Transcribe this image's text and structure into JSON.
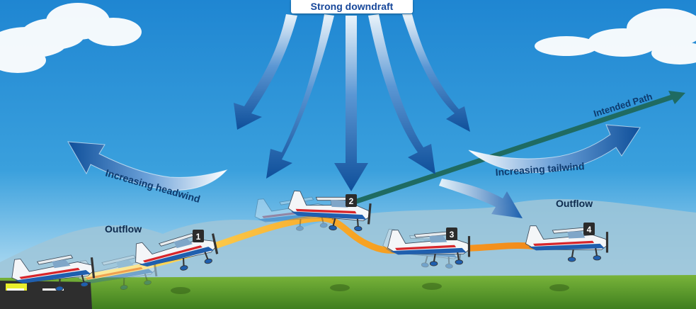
{
  "title": "Strong downdraft",
  "labels": {
    "increasing_headwind": "Increasing headwind",
    "increasing_tailwind": "Increasing tailwind",
    "intended_path": "Intended Path",
    "outflow_left": "Outflow",
    "outflow_right": "Outflow"
  },
  "positions": [
    {
      "number": "1"
    },
    {
      "number": "2"
    },
    {
      "number": "3"
    },
    {
      "number": "4"
    }
  ],
  "colors": {
    "sky_top": "#1f86d2",
    "sky_bottom": "#bfe4f5",
    "ground": "#5c9a2c",
    "arrow_dark": "#0f4f9a",
    "arrow_light": "#ffffff",
    "flight_path": "#f7a323",
    "intended_path": "#1f6b62",
    "aircraft_body": "#1f5fae",
    "aircraft_stripe": "#d7262b",
    "label_text": "#0d3a6d"
  }
}
